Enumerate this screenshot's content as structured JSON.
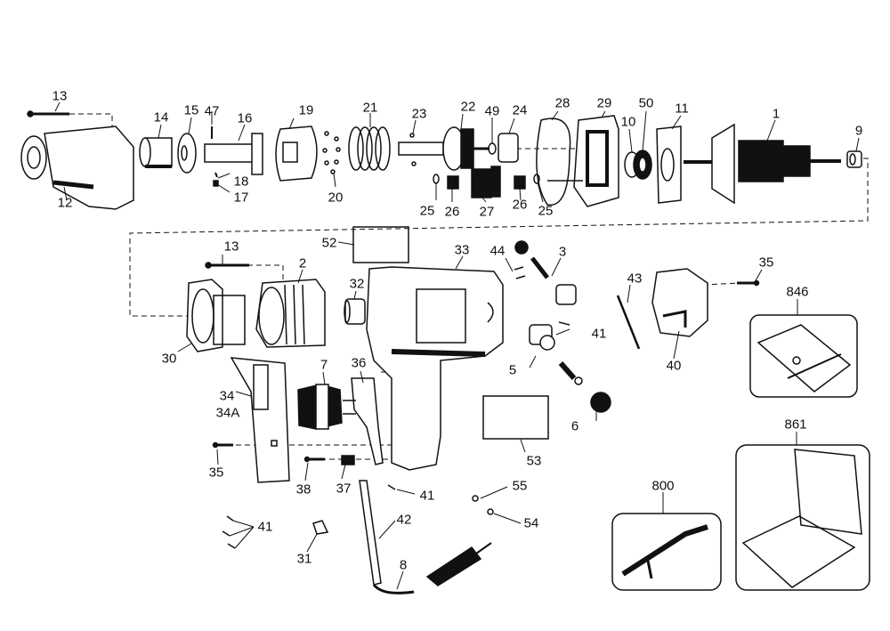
{
  "diagram": {
    "title": "Exploded parts diagram - electric impact wrench",
    "colors": {
      "ink": "#111111",
      "paper": "#ffffff"
    },
    "callouts": [
      {
        "id": "c13a",
        "text": "13"
      },
      {
        "id": "c14",
        "text": "14"
      },
      {
        "id": "c15",
        "text": "15"
      },
      {
        "id": "c47",
        "text": "47"
      },
      {
        "id": "c16",
        "text": "16"
      },
      {
        "id": "c19",
        "text": "19"
      },
      {
        "id": "c21",
        "text": "21"
      },
      {
        "id": "c23",
        "text": "23"
      },
      {
        "id": "c22",
        "text": "22"
      },
      {
        "id": "c49",
        "text": "49"
      },
      {
        "id": "c24",
        "text": "24"
      },
      {
        "id": "c28",
        "text": "28"
      },
      {
        "id": "c29",
        "text": "29"
      },
      {
        "id": "c10",
        "text": "10"
      },
      {
        "id": "c50",
        "text": "50"
      },
      {
        "id": "c11",
        "text": "11"
      },
      {
        "id": "c1",
        "text": "1"
      },
      {
        "id": "c9",
        "text": "9"
      },
      {
        "id": "c12",
        "text": "12"
      },
      {
        "id": "c18",
        "text": "18"
      },
      {
        "id": "c17",
        "text": "17"
      },
      {
        "id": "c20",
        "text": "20"
      },
      {
        "id": "c25a",
        "text": "25"
      },
      {
        "id": "c26a",
        "text": "26"
      },
      {
        "id": "c27",
        "text": "27"
      },
      {
        "id": "c26b",
        "text": "26"
      },
      {
        "id": "c25b",
        "text": "25"
      },
      {
        "id": "c52",
        "text": "52"
      },
      {
        "id": "c13b",
        "text": "13"
      },
      {
        "id": "c2",
        "text": "2"
      },
      {
        "id": "c32",
        "text": "32"
      },
      {
        "id": "c33",
        "text": "33"
      },
      {
        "id": "c44",
        "text": "44"
      },
      {
        "id": "c3",
        "text": "3"
      },
      {
        "id": "c43",
        "text": "43"
      },
      {
        "id": "c35a",
        "text": "35"
      },
      {
        "id": "c846",
        "text": "846"
      },
      {
        "id": "c30",
        "text": "30"
      },
      {
        "id": "c41a",
        "text": "41"
      },
      {
        "id": "c5",
        "text": "5"
      },
      {
        "id": "c40",
        "text": "40"
      },
      {
        "id": "c7",
        "text": "7"
      },
      {
        "id": "c36",
        "text": "36"
      },
      {
        "id": "c34",
        "text": "34"
      },
      {
        "id": "c34A",
        "text": "34A"
      },
      {
        "id": "c6",
        "text": "6"
      },
      {
        "id": "c861",
        "text": "861"
      },
      {
        "id": "c35b",
        "text": "35"
      },
      {
        "id": "c53",
        "text": "53"
      },
      {
        "id": "c38",
        "text": "38"
      },
      {
        "id": "c37",
        "text": "37"
      },
      {
        "id": "c41b",
        "text": "41"
      },
      {
        "id": "c55",
        "text": "55"
      },
      {
        "id": "c800",
        "text": "800"
      },
      {
        "id": "c54",
        "text": "54"
      },
      {
        "id": "c41c",
        "text": "41"
      },
      {
        "id": "c42",
        "text": "42"
      },
      {
        "id": "c31",
        "text": "31"
      },
      {
        "id": "c8",
        "text": "8"
      }
    ]
  }
}
